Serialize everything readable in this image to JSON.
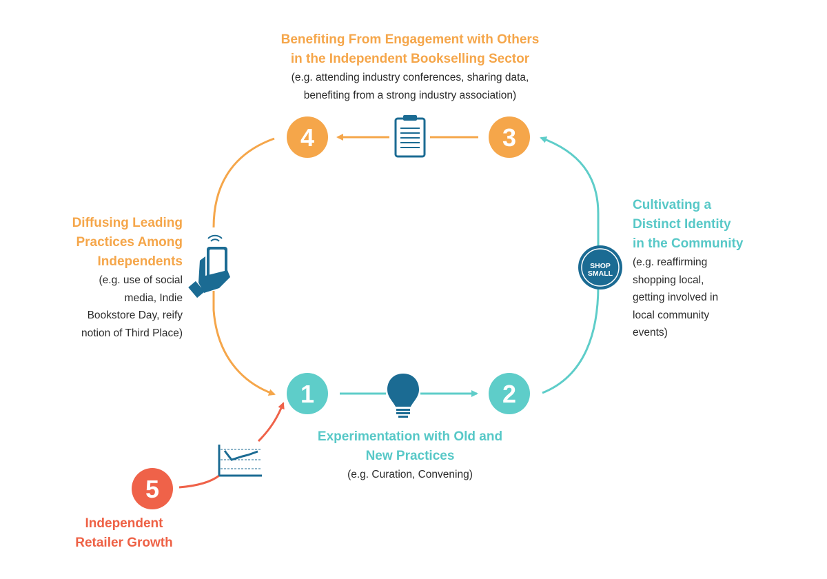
{
  "colors": {
    "orange": "#f5a64a",
    "teal": "#5ecdc9",
    "red": "#ef6249",
    "dark_blue": "#1b6b93"
  },
  "nodes": [
    {
      "number": "1",
      "color": "#5ecdc9"
    },
    {
      "number": "2",
      "color": "#5ecdc9"
    },
    {
      "number": "3",
      "color": "#f5a64a"
    },
    {
      "number": "4",
      "color": "#f5a64a"
    },
    {
      "number": "5",
      "color": "#ef6249"
    }
  ],
  "labels": {
    "top": {
      "title_line1": "Benefiting From Engagement with Others",
      "title_line2": "in the Independent Bookselling Sector",
      "desc_line1": "(e.g. attending industry conferences, sharing data,",
      "desc_line2": "benefiting from a strong industry association)"
    },
    "left": {
      "title_line1": "Diffusing Leading",
      "title_line2": "Practices Among",
      "title_line3": "Independents",
      "desc_line1": "(e.g. use of social",
      "desc_line2": "media, Indie",
      "desc_line3": "Bookstore Day, reify",
      "desc_line4": "notion of Third Place)"
    },
    "right": {
      "title_line1": "Cultivating a",
      "title_line2": "Distinct Identity",
      "title_line3": "in the Community",
      "desc_line1": "(e.g. reaffirming",
      "desc_line2": "shopping local,",
      "desc_line3": "getting involved in",
      "desc_line4": "local community",
      "desc_line5": "events)"
    },
    "bottom": {
      "title_line1": "Experimentation with Old and",
      "title_line2": "New Practices",
      "desc_line1": "(e.g. Curation, Convening)"
    },
    "growth": {
      "title_line1": "Independent",
      "title_line2": "Retailer Growth"
    }
  },
  "icons": {
    "clipboard": "clipboard-icon",
    "phone": "smartphone-hand-icon",
    "badge": "shop-small-badge-icon",
    "bulb": "lightbulb-icon",
    "chart": "line-chart-icon"
  },
  "badge_text": {
    "line1": "SHOP",
    "line2": "SMALL"
  }
}
